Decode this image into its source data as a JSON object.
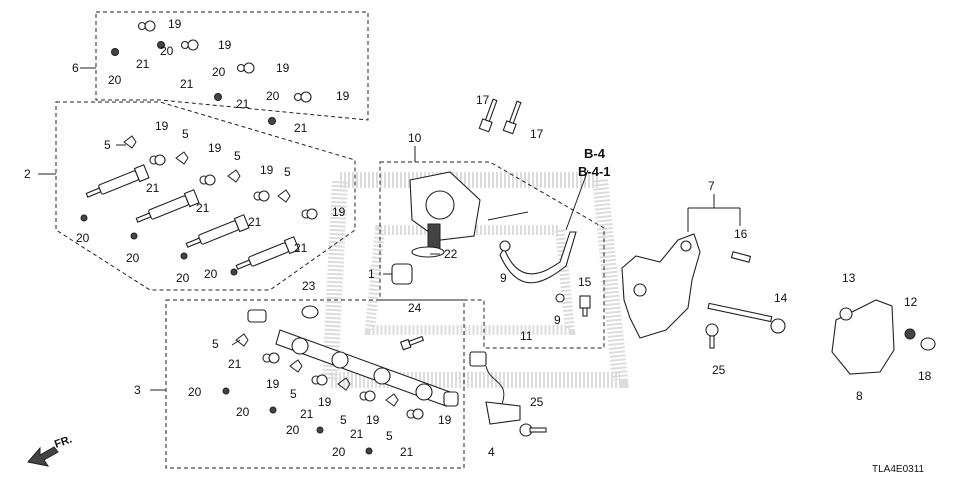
{
  "callouts": {
    "c1": "1",
    "c2": "2",
    "c3": "3",
    "c4": "4",
    "c5": "5",
    "c6": "6",
    "c7": "7",
    "c8": "8",
    "c9": "9",
    "c10": "10",
    "c11": "11",
    "c12": "12",
    "c13": "13",
    "c14": "14",
    "c15": "15",
    "c16": "16",
    "c17": "17",
    "c18": "18",
    "c19": "19",
    "c20": "20",
    "c21": "21",
    "c22": "22",
    "c23": "23",
    "c24": "24",
    "c25": "25"
  },
  "refs": {
    "r1": "B-4",
    "r2": "B-4-1"
  },
  "direction_label": "FR.",
  "diagram_code": "TLA4E0311"
}
